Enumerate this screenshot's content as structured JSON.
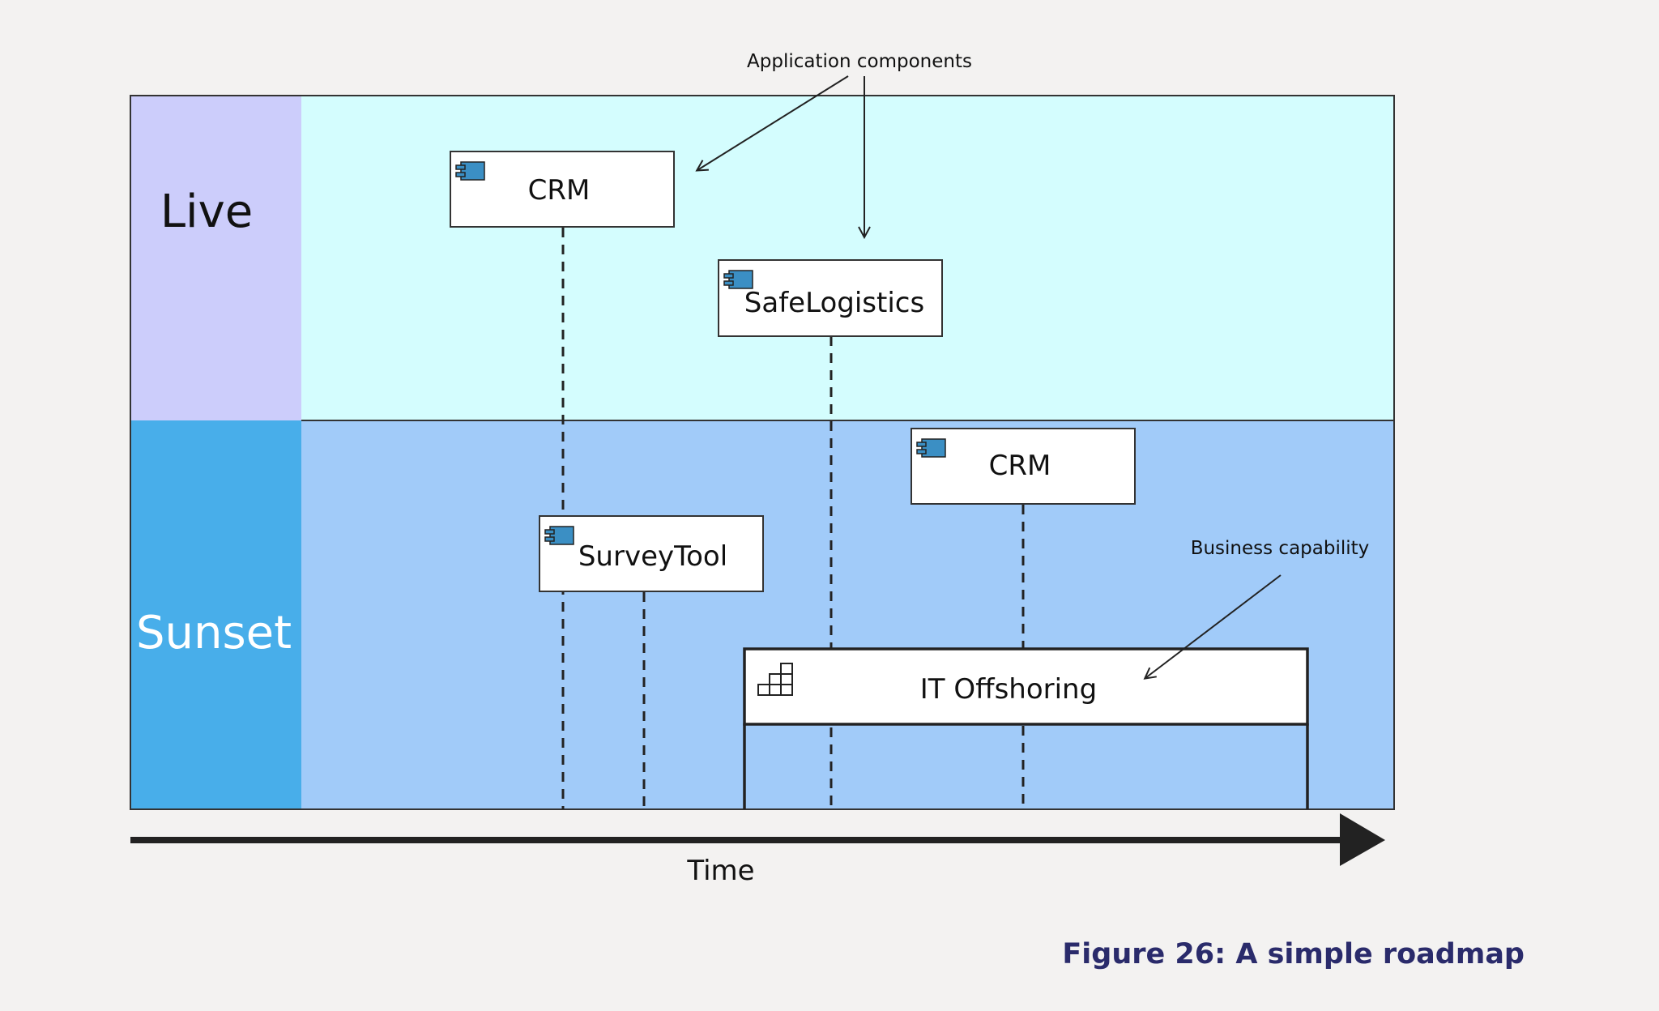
{
  "colors": {
    "page_bg": "#f3f2f1",
    "live_lane_bg": "#d4fdfe",
    "live_header_bg": "#cccdfb",
    "sunset_lane_bg": "#a1cbf9",
    "sunset_header_bg": "#48aeea",
    "box_bg": "#ffffff",
    "component_icon": "#3b8fc4",
    "caption": "#2a2b6b",
    "line": "#222222"
  },
  "lanes": {
    "live": "Live",
    "sunset": "Sunset"
  },
  "annotations": {
    "application_components": "Application components",
    "business_capability": "Business capability"
  },
  "elements": [
    {
      "id": "crm-live",
      "label": "CRM",
      "type": "application-component",
      "lane": "Live"
    },
    {
      "id": "safelogistics",
      "label": "SafeLogistics",
      "type": "application-component",
      "lane": "Live"
    },
    {
      "id": "crm-sunset",
      "label": "CRM",
      "type": "application-component",
      "lane": "Sunset"
    },
    {
      "id": "surveytool",
      "label": "SurveyTool",
      "type": "application-component",
      "lane": "Sunset"
    },
    {
      "id": "it-offshoring",
      "label": "IT Offshoring",
      "type": "business-capability",
      "lane": "Sunset"
    }
  ],
  "axis": {
    "label": "Time"
  },
  "caption": "Figure 26: A simple roadmap"
}
